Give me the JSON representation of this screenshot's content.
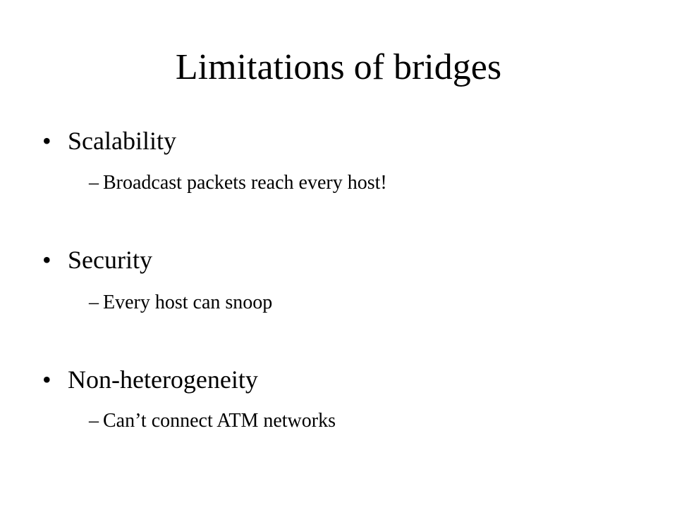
{
  "slide": {
    "title": "Limitations of bridges",
    "bullets": [
      {
        "marker": "•",
        "text": "Scalability",
        "sub": {
          "marker": "–",
          "text": "Broadcast packets reach every host!"
        }
      },
      {
        "marker": "•",
        "text": "Security",
        "sub": {
          "marker": "–",
          "text": "Every host can snoop"
        }
      },
      {
        "marker": "•",
        "text": "Non-heterogeneity",
        "sub": {
          "marker": "–",
          "text": "Can’t connect ATM networks"
        }
      }
    ]
  },
  "colors": {
    "background": "#ffffff",
    "text": "#000000"
  }
}
